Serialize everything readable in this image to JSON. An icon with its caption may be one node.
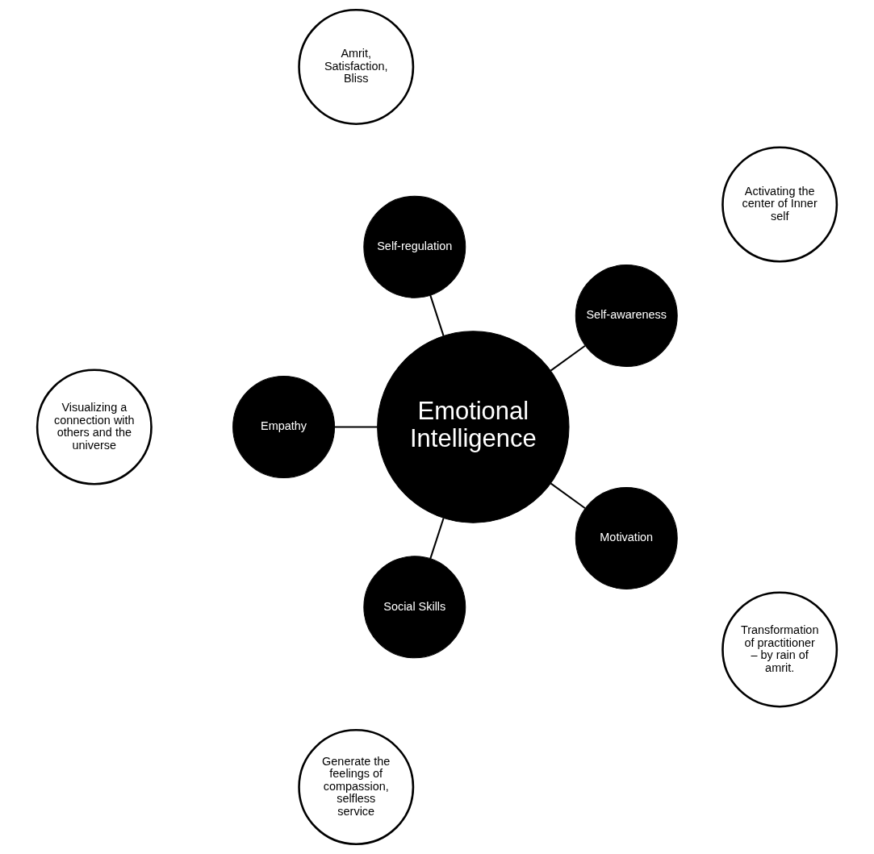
{
  "diagram": {
    "nodes": [
      {
        "text": [
          "Emotional Intelligence"
        ]
      },
      {
        "text": [
          "Self-awareness"
        ]
      },
      {
        "text": [
          "Activating the center of Inner self"
        ]
      },
      {
        "text": [
          "Self-regulation"
        ]
      },
      {
        "text": [
          "Amrit, Satisfaction, Bliss"
        ]
      },
      {
        "text": [
          "Empathy"
        ]
      },
      {
        "text": [
          "Visualizing a connection with others and the universe"
        ]
      },
      {
        "text": [
          "Social Skills"
        ]
      },
      {
        "text": [
          "Generate the feelings of compassion, selfless service"
        ]
      },
      {
        "text": [
          "Motivation"
        ]
      },
      {
        "text": [
          "Transformation of practitioner – by rain of amrit."
        ]
      }
    ],
    "edges": [
      {
        "from": 0,
        "to": 1,
        "arrow": "none"
      },
      {
        "from": 0,
        "to": 3,
        "arrow": "none"
      },
      {
        "from": 0,
        "to": 5,
        "arrow": "none"
      },
      {
        "from": 0,
        "to": 7,
        "arrow": "none"
      },
      {
        "from": 0,
        "to": 9,
        "arrow": "none"
      }
    ]
  }
}
